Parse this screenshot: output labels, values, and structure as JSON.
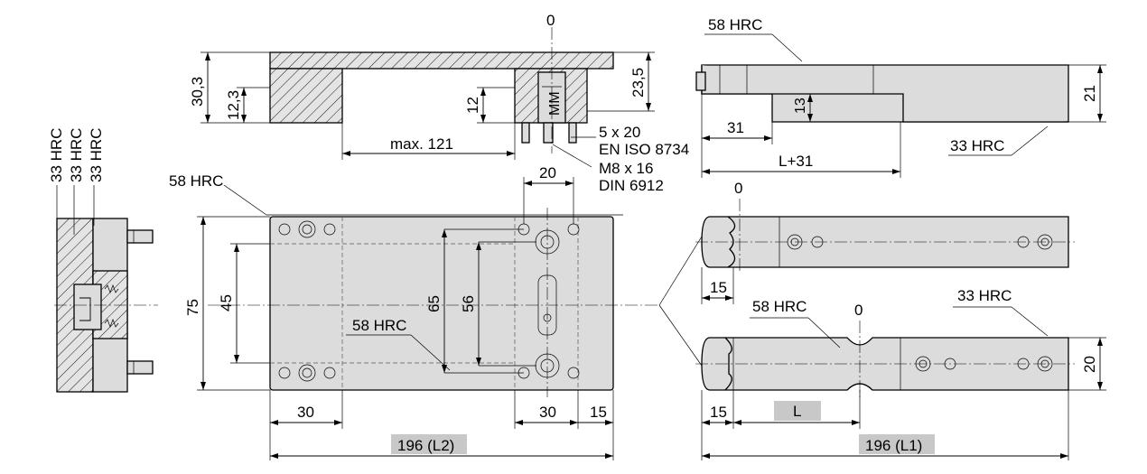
{
  "labels": {
    "hrc_58": "58 HRC",
    "hrc_33": "33 HRC",
    "zero": "0",
    "max_121": "max. 121",
    "dim_30_3": "30,3",
    "dim_12_3": "12,3",
    "dim_12": "12",
    "dim_23_5": "23,5",
    "pin_spec": "5 x 20",
    "pin_std": "EN ISO 8734",
    "screw_spec": "M8 x 16",
    "screw_std": "DIN 6912",
    "dim_20": "20",
    "dim_75": "75",
    "dim_45": "45",
    "dim_65": "65",
    "dim_56": "56",
    "dim_30": "30",
    "dim_15": "15",
    "dim_l2": "196 (L2)",
    "dim_l1": "196 (L1)",
    "dim_31": "31",
    "dim_l31": "L+31",
    "dim_21": "21",
    "dim_13": "13",
    "dim_L": "L"
  }
}
